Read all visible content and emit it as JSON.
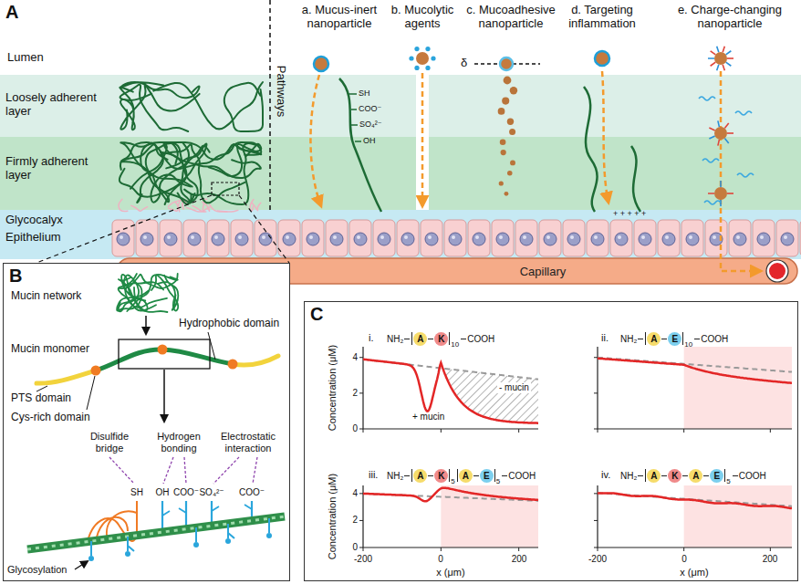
{
  "diagram": {
    "nodes": [
      {
        "text": [
          "Capillary"
        ]
      },
      {
        "text": [
          "B"
        ]
      },
      {
        "text": [
          "C"
        ]
      }
    ],
    "labels": [
      "A",
      "Lumen",
      "Loosely adherent layer",
      "Firmly adherent layer",
      "Glycocalyx",
      "Epithelium",
      "Pathways",
      "a. Mucus-inert nanoparticle",
      "b. Mucolytic agents",
      "c. Mucoadhesive nanoparticle",
      "d. Targeting inflammation",
      "e. Charge-changing nanoparticle",
      "SH",
      "COO⁻",
      "SO₄²⁻",
      "OH",
      "δ",
      "+ + + + +",
      "Mucin network",
      "Mucin monomer",
      "Hydrophobic domain",
      "PTS domain",
      "Cys-rich domain",
      "Disulfide bridge",
      "Hydrogen bonding",
      "Electrostatic interaction",
      "SH",
      "OH",
      "COO⁻",
      "SO₄²⁻",
      "COO⁻",
      "Glycosylation",
      "i.",
      "NH₂",
      "A",
      "K",
      "10",
      "COOH",
      "Concentration (μM)",
      "4",
      "2",
      "0",
      "- mucin",
      "+ mucin",
      "ii.",
      "NH₂",
      "A",
      "E",
      "10",
      "COOH",
      "iii.",
      "NH₂",
      "A",
      "K",
      "5",
      "A",
      "E",
      "5",
      "COOH",
      "Concentration (μM)",
      "4",
      "2",
      "0",
      "-200",
      "0",
      "200",
      "x (μm)",
      "iv.",
      "NH₂",
      "A",
      "K",
      "A",
      "E",
      "5",
      "COOH",
      "-200",
      "0",
      "200",
      "x (μm)"
    ]
  }
}
